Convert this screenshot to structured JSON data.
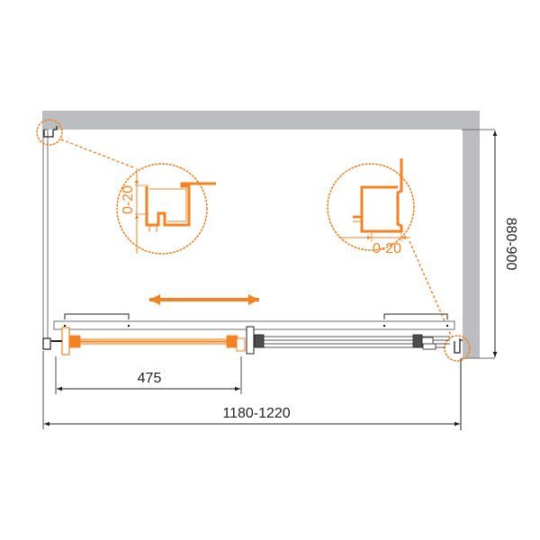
{
  "diagram": {
    "type": "sliding shower door plan view",
    "colors": {
      "wall": "#bcbdc0",
      "line": "#231f20",
      "accent": "#f58220"
    },
    "dimensions": {
      "door_width": "1180-1220",
      "side_depth": "880-900",
      "opening_width": "475",
      "left_adjustment": "0-20",
      "right_adjustment": "0-20"
    },
    "annotations": {
      "slide_direction_icon": "double-arrow-icon",
      "detail_left_label": "0-20",
      "detail_right_label": "0-20"
    }
  }
}
